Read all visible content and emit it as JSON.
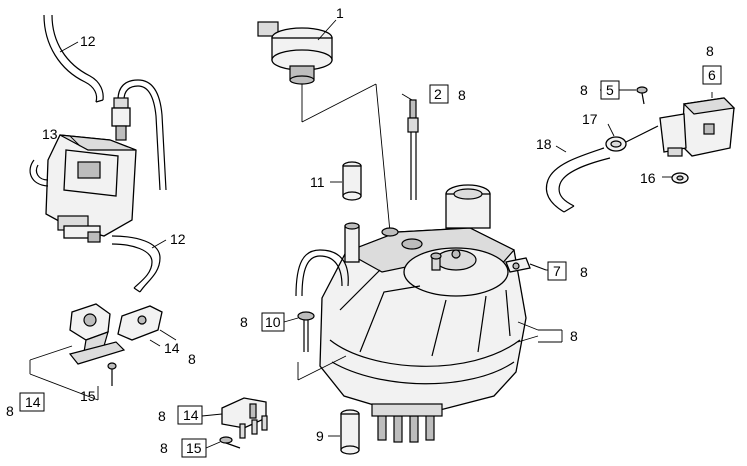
{
  "callouts": {
    "c1": "1",
    "c2": "2",
    "c2_ref": "8",
    "c5": "5",
    "c5_ref": "8",
    "c6": "6",
    "c6_ref": "8",
    "c7": "7",
    "c7_ref": "8",
    "c8_right": "8",
    "c9": "9",
    "c10": "10",
    "c10_ref": "8",
    "c11": "11",
    "c12_top": "12",
    "c12_mid": "12",
    "c13": "13",
    "c14_left": "14",
    "c14_left_ref": "8",
    "c14_mid": "14",
    "c14_mid_ref": "8",
    "c14_bottom": "14",
    "c14_bottom_ref": "8",
    "c15_left": "15",
    "c15_bottom": "15",
    "c15_bottom_ref": "8",
    "c16": "16",
    "c17": "17",
    "c18": "18"
  }
}
